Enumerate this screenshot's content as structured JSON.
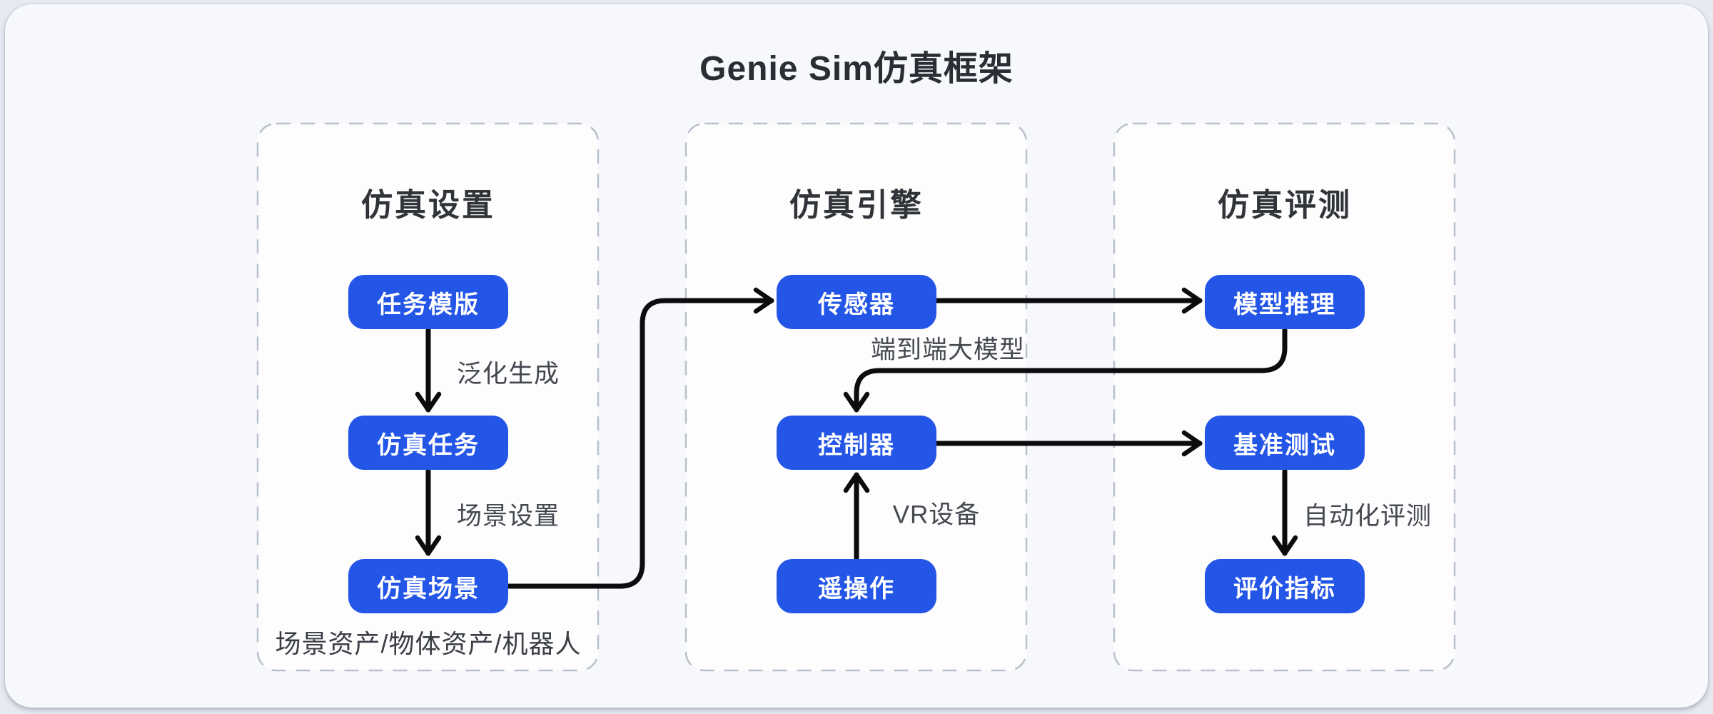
{
  "title": "Genie Sim仿真框架",
  "panels": [
    {
      "id": "setup",
      "heading": "仿真设置"
    },
    {
      "id": "engine",
      "heading": "仿真引擎"
    },
    {
      "id": "eval",
      "heading": "仿真评测"
    }
  ],
  "nodes": {
    "task_template": "任务模版",
    "sim_task": "仿真任务",
    "sim_scene": "仿真场景",
    "sensor": "传感器",
    "controller": "控制器",
    "teleop": "遥操作",
    "model_inference": "模型推理",
    "benchmark": "基准测试",
    "metrics": "评价指标"
  },
  "edge_labels": {
    "generalization": "泛化生成",
    "scene_setup": "场景设置",
    "e2e_model": "端到端大模型",
    "vr_device": "VR设备",
    "auto_eval": "自动化评测"
  },
  "footnote": "场景资产/物体资产/机器人",
  "edges": [
    {
      "from": "task_template",
      "to": "sim_task",
      "label": "泛化生成"
    },
    {
      "from": "sim_task",
      "to": "sim_scene",
      "label": "场景设置"
    },
    {
      "from": "sim_scene",
      "to": "sensor",
      "label": ""
    },
    {
      "from": "sensor",
      "to": "model_inference",
      "label": ""
    },
    {
      "from": "model_inference",
      "to": "controller",
      "label": "端到端大模型"
    },
    {
      "from": "teleop",
      "to": "controller",
      "label": "VR设备"
    },
    {
      "from": "controller",
      "to": "benchmark",
      "label": ""
    },
    {
      "from": "benchmark",
      "to": "metrics",
      "label": "自动化评测"
    }
  ],
  "colors": {
    "node_fill": "#2355e7",
    "node_text": "#ffffff",
    "arrow": "#0c0c0e",
    "panel_border": "#b9c0cc",
    "panel_fill": "#fdfdfe",
    "canvas_bg": "#f6f8fc"
  }
}
